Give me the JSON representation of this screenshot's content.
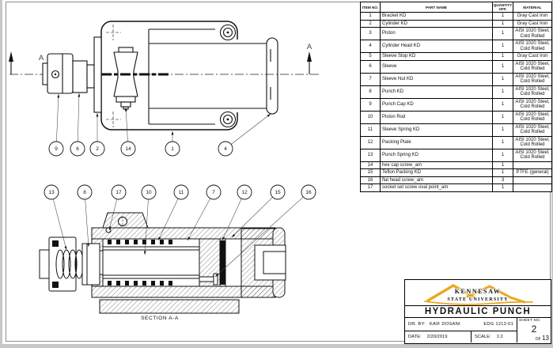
{
  "labels": {
    "section_title": "SECTION A-A",
    "section_letter": "A"
  },
  "views": {
    "assembly": {
      "balloons": [
        "9",
        "6",
        "2",
        "14",
        "1",
        "4"
      ]
    },
    "section": {
      "balloons": [
        "13",
        "8",
        "17",
        "10",
        "11",
        "7",
        "12",
        "15",
        "16"
      ]
    }
  },
  "parts_table": {
    "headers": [
      "ITEM NO.",
      "PART NAME",
      "QUANTITY OFF.",
      "MATERIAL"
    ],
    "rows": [
      {
        "item": "1",
        "name": "Bracket KD",
        "qty": "1",
        "material": "Gray Cast Iron"
      },
      {
        "item": "2",
        "name": "Cylinder KD",
        "qty": "1",
        "material": "Gray Cast Iron"
      },
      {
        "item": "3",
        "name": "Piston",
        "qty": "1",
        "material": "AISI 1020 Steel, Cold Rolled"
      },
      {
        "item": "4",
        "name": "Cylinder Head KD",
        "qty": "1",
        "material": "AISI 1020 Steel, Cold Rolled"
      },
      {
        "item": "5",
        "name": "Sleeve Stop KD",
        "qty": "1",
        "material": "Gray Cast Iron"
      },
      {
        "item": "6",
        "name": "Sleeve",
        "qty": "1",
        "material": "AISI 1020 Steel, Cold Rolled"
      },
      {
        "item": "7",
        "name": "Sleeve Nut KD",
        "qty": "1",
        "material": "AISI 1020 Steel, Cold Rolled"
      },
      {
        "item": "8",
        "name": "Punch KD",
        "qty": "1",
        "material": "AISI 1020 Steel, Cold Rolled"
      },
      {
        "item": "9",
        "name": "Punch Cap KD",
        "qty": "1",
        "material": "AISI 1020 Steel, Cold Rolled"
      },
      {
        "item": "10",
        "name": "Piston Rod",
        "qty": "1",
        "material": "AISI 1020 Steel, Cold Rolled"
      },
      {
        "item": "11",
        "name": "Sleeve Spring KD",
        "qty": "1",
        "material": "AISI 1020 Steel, Cold Rolled"
      },
      {
        "item": "12",
        "name": "Packing Plate",
        "qty": "1",
        "material": "AISI 1020 Steel, Cold Rolled"
      },
      {
        "item": "13",
        "name": "Punch Spring KD",
        "qty": "1",
        "material": "AISI 1020 Steel, Cold Rolled"
      },
      {
        "item": "14",
        "name": "hex cap screw_am",
        "qty": "1",
        "material": ""
      },
      {
        "item": "15",
        "name": "Teflon Packing KD",
        "qty": "1",
        "material": "PTFE (general)"
      },
      {
        "item": "16",
        "name": "flat head screw_am",
        "qty": "3",
        "material": ""
      },
      {
        "item": "17",
        "name": "socket set screw oval point_am",
        "qty": "1",
        "material": ""
      }
    ]
  },
  "title_block": {
    "university_line1": "KENNESAW",
    "university_line2": "STATE UNIVERSITY",
    "title": "HYDRAULIC PUNCH",
    "drawn_by_label": "DR. BY:",
    "drawn_by": "KAIF DOSANI",
    "course": "EDG 1212-01",
    "date_label": "DATE:",
    "date": "2/20/2019",
    "scale_label": "SCALE:",
    "scale": "1:2",
    "sheet_no_label": "SHEET NO.",
    "sheet_number": "2",
    "of_label": "OF",
    "sheet_total": "13"
  },
  "colors": {
    "ksu_gold": "#E9A820",
    "line_color": "#111111"
  }
}
